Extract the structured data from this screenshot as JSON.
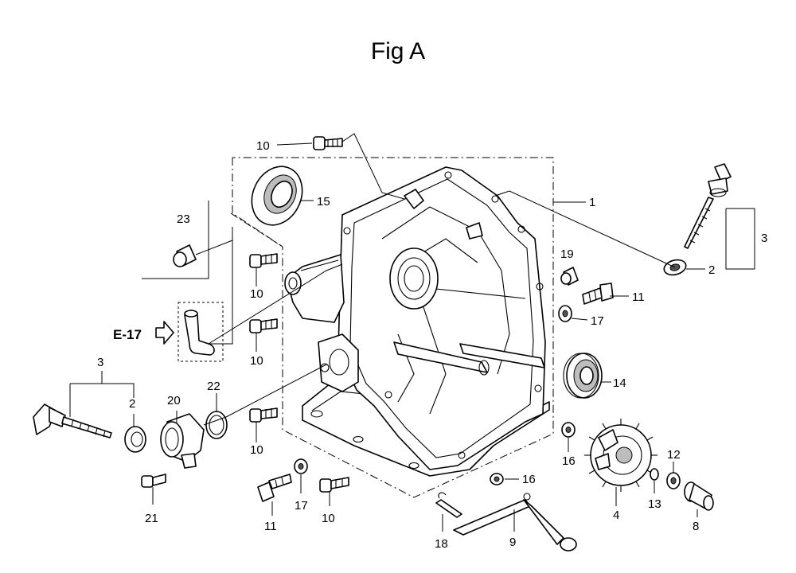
{
  "title": "Fig A",
  "reference": "E-17",
  "part_numbers": {
    "p1": "1",
    "p2a": "2",
    "p2b": "2",
    "p3a": "3",
    "p3b": "3",
    "p4": "4",
    "p8": "8",
    "p9": "9",
    "p10a": "10",
    "p10b": "10",
    "p10c": "10",
    "p10d": "10",
    "p10e": "10",
    "p11a": "11",
    "p11b": "11",
    "p12": "12",
    "p13": "13",
    "p14": "14",
    "p15": "15",
    "p16a": "16",
    "p16b": "16",
    "p17a": "17",
    "p17b": "17",
    "p18": "18",
    "p19": "19",
    "p20": "20",
    "p21": "21",
    "p22": "22",
    "p23": "23"
  }
}
